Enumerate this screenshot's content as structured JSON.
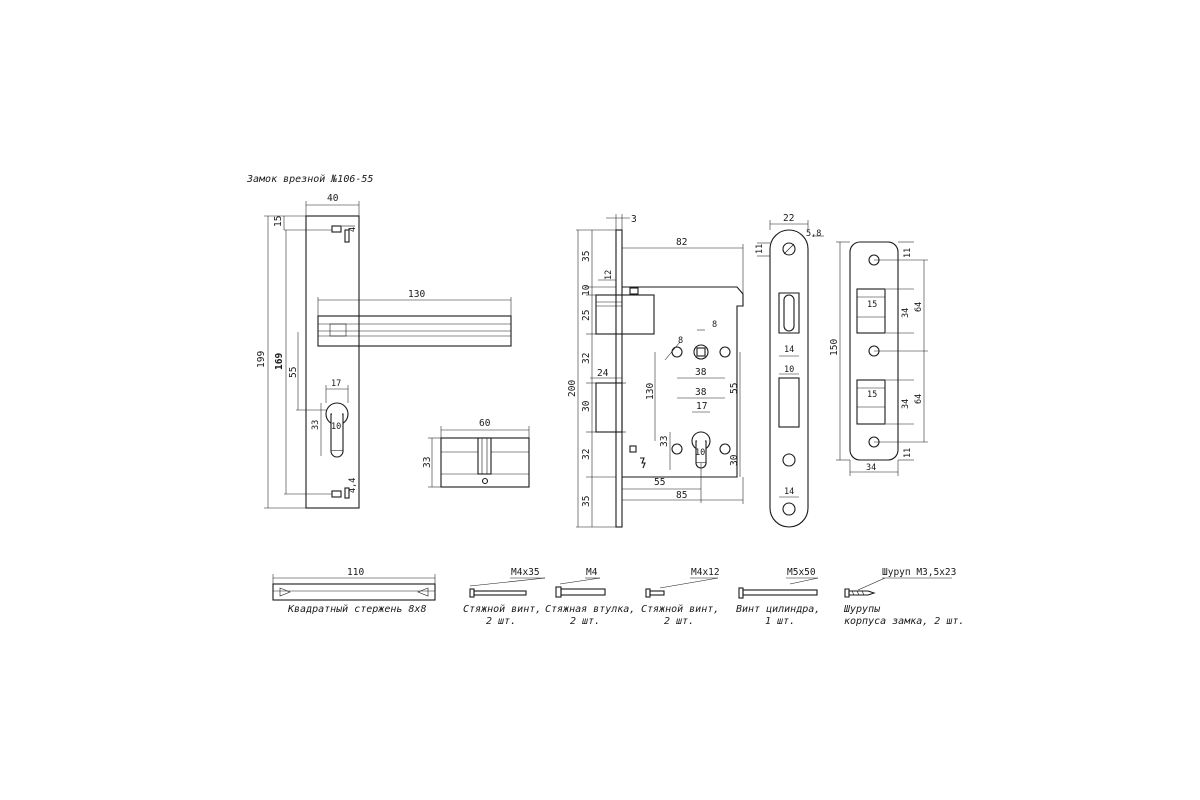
{
  "title": "Замок врезной №106-55",
  "handle_dims": {
    "w40": "40",
    "d15": "15",
    "d199": "199",
    "d169": "169",
    "d55": "55",
    "d17": "17",
    "d33": "33",
    "d10": "10",
    "d4": "4",
    "d44": "4,4",
    "d130": "130"
  },
  "cylinder_dims": {
    "d60": "60",
    "d33": "33"
  },
  "lock_dims": {
    "d3": "3",
    "d82": "82",
    "d35a": "35",
    "d10": "10",
    "d12": "12",
    "d25": "25",
    "d32a": "32",
    "d24": "24",
    "d200": "200",
    "d30a": "30",
    "d130": "130",
    "d32b": "32",
    "d35b": "35",
    "d8a": "8",
    "d8b": "8",
    "d38a": "38",
    "d38b": "38",
    "d55v": "55",
    "d17": "17",
    "d33": "33",
    "d10b": "10",
    "d30b": "30",
    "d55h": "55",
    "d85": "85"
  },
  "faceplate_dims": {
    "d22": "22",
    "d58": "5,8",
    "d11": "11",
    "d14a": "14",
    "d10": "10",
    "d14b": "14"
  },
  "strike_dims": {
    "d150": "150",
    "d11a": "11",
    "d64a": "64",
    "d15a": "15",
    "d34a": "34",
    "d64b": "64",
    "d15b": "15",
    "d34b": "34",
    "d11b": "11",
    "d34w": "34"
  },
  "parts": [
    {
      "dim": "110",
      "label": "Квадратный стержень 8х8",
      "qty": ""
    },
    {
      "dim": "М4х35",
      "label": "Стяжной винт,",
      "qty": "2 шт."
    },
    {
      "dim": "М4",
      "label": "Стяжная втулка,",
      "qty": "2 шт."
    },
    {
      "dim": "М4х12",
      "label": "Стяжной винт,",
      "qty": "2 шт."
    },
    {
      "dim": "М5х50",
      "label": "Винт цилиндра,",
      "qty": "1 шт."
    },
    {
      "dim": "Шуруп М3,5х23",
      "label": "Шурупы",
      "qty": "корпуса замка, 2 шт."
    }
  ]
}
